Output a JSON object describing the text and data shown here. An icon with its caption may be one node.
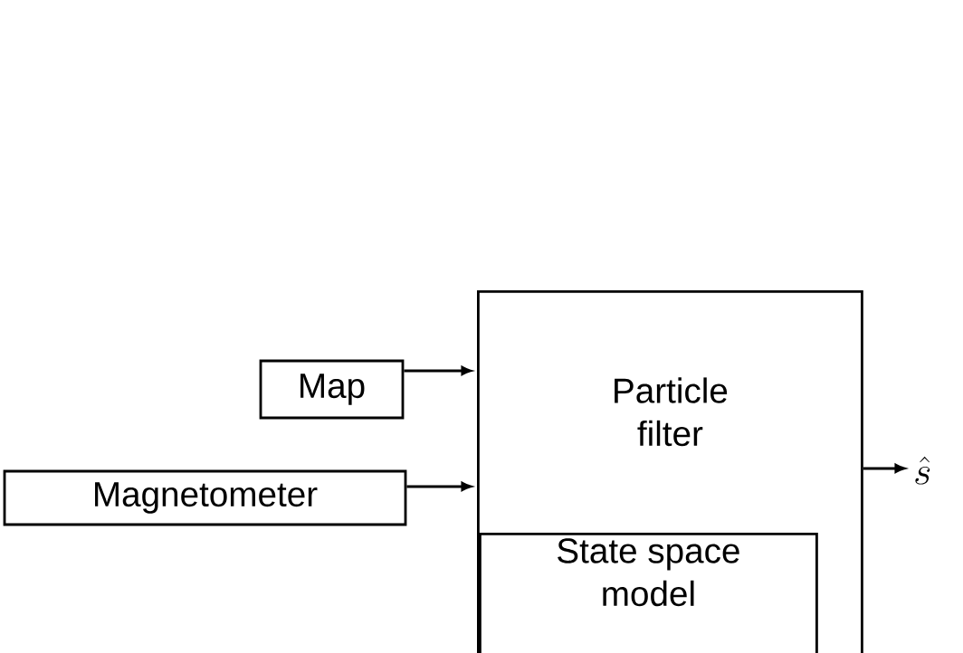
{
  "diagram": {
    "nodes": [
      {
        "text": [
          "Particle filter"
        ]
      },
      {
        "text": [
          "State space model"
        ],
        "in": 0
      },
      {
        "text": [
          "Map"
        ]
      },
      {
        "text": [
          "Magnetometer"
        ]
      },
      {
        "text": [
          "\\hat{s}"
        ]
      }
    ],
    "edges": [
      {
        "from": 2,
        "to": 0,
        "arrow": "to"
      },
      {
        "from": 3,
        "to": 0,
        "arrow": "to"
      },
      {
        "from": 0,
        "to": 4,
        "arrow": "to"
      }
    ]
  }
}
